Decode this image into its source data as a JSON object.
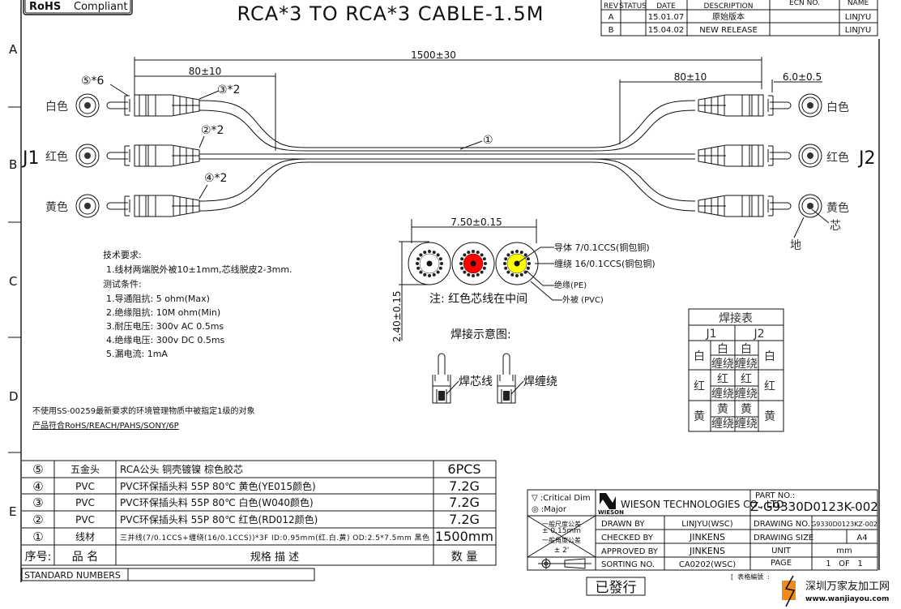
{
  "header": {
    "rohs_bold": "RoHS",
    "rohs_text": "Compliant",
    "title": "RCA*3 TO RCA*3 CABLE-1.5M",
    "zone_letters": [
      "A",
      "B",
      "C",
      "D",
      "E"
    ]
  },
  "revision_table": {
    "headers": [
      "REV",
      "STATUS",
      "DATE",
      "DESCRIPTION",
      "ECN NO.",
      "NAME"
    ],
    "rows": [
      {
        "rev": "A",
        "status": "",
        "date": "15.01.07",
        "description": "原始版本",
        "ecn": "",
        "name": "LINJYU"
      },
      {
        "rev": "B",
        "status": "",
        "date": "15.04.02",
        "description": "NEW RELEASE",
        "ecn": "",
        "name": "LINJYU"
      }
    ]
  },
  "drawing": {
    "dim_total": "1500±30",
    "dim_left": "80±10",
    "dim_right": "80±10",
    "dim_pin": "6.0±0.5",
    "j1": "J1",
    "j2": "J2",
    "white": "白色",
    "red": "红色",
    "yellow": "黄色",
    "callout_5": "⑤*6",
    "callout_3": "③*2",
    "callout_2": "②*2",
    "callout_4": "④*2",
    "callout_1": "①",
    "ground": "地",
    "core": "芯",
    "colors": {
      "red": "#ff0000",
      "yellow": "#ffff00"
    }
  },
  "cross_section": {
    "width_dim": "7.50±0.15",
    "height_dim": "2.40±0.15",
    "conductor": "导体 7/0.1CCS(铜包铜)",
    "braid": "缠绕 16/0.1CCS(铜包铜)",
    "insulation": "绝缘(PE)",
    "jacket": "外被 (PVC)",
    "note": "注: 红色芯线在中间"
  },
  "weld_diagram": {
    "title": "焊接示意图:",
    "core_label": "焊芯线",
    "braid_label": "焊缠绕"
  },
  "requirements": {
    "tech_title": "技术要求:",
    "tech_items": [
      "1.线材两端脱外被10±1mm,芯线脱皮2-3mm."
    ],
    "test_title": "测试条件:",
    "test_items": [
      "1.导通阻抗: 5 ohm(Max)",
      "2.绝缘阻抗: 10M ohm(Min)",
      "3.耐压电压: 300v AC 0.5ms",
      "4.绝缘电压: 300v DC 0.5ms",
      "5.漏电流: 1mA"
    ],
    "env_note": "不使用SS-00259最新要求的环境管理物质中被指定1级的对象",
    "compliance": "产品符合RoHS/REACH/PAHS/SONY/6P"
  },
  "weld_table": {
    "title": "焊接表",
    "j1": "J1",
    "j2": "J2",
    "rows": [
      {
        "end": "白",
        "core": "白",
        "braid": "缠绕"
      },
      {
        "end": "红",
        "core": "红",
        "braid": "缠绕"
      },
      {
        "end": "黄",
        "core": "黄",
        "braid": "缠绕"
      }
    ]
  },
  "bom": {
    "rows": [
      {
        "no": "⑤",
        "name": "五金头",
        "spec": "RCA公头 铜壳镀镍 棕色胶芯",
        "qty": "6PCS"
      },
      {
        "no": "④",
        "name": "PVC",
        "spec": "PVC环保插头料 55P 80℃ 黄色(YE015颜色)",
        "qty": "7.2G"
      },
      {
        "no": "③",
        "name": "PVC",
        "spec": "PVC环保插头料 55P 80℃ 白色(W040颜色)",
        "qty": "7.2G"
      },
      {
        "no": "②",
        "name": "PVC",
        "spec": "PVC环保插头料 55P 80℃ 红色(RD012颜色)",
        "qty": "7.2G"
      },
      {
        "no": "①",
        "name": "线材",
        "spec": "三并线(7/0.1CCS+缠绕(16/0.1CCS))*3F  ID:0.95mm(红.白.黄)  OD:2.5*7.5mm 黑色",
        "qty": "1500mm"
      }
    ],
    "header": {
      "no": "序号:",
      "name": "品 名",
      "spec": "规格 描 述",
      "qty": "数 量"
    },
    "standard_numbers": "STANDARD NUMBERS"
  },
  "title_block": {
    "critical": "▽ :Critical Dim",
    "major": "◎ :Major",
    "tol_linear_label": "一般尺度公差",
    "tol_linear": "± 0.15mm",
    "tol_angle_label": "一般角度公差",
    "tol_angle": "± 2'",
    "company": "WIESON TECHNOLOGIES CO., LTD",
    "logo_text": "WIESON",
    "part_no_label": "PART NO.:",
    "part_no": "Z-G9330D0123K-002",
    "drawn_by_label": "DRAWN BY",
    "drawn_by": "LINJYU(WSC)",
    "checked_by_label": "CHECKED BY",
    "checked_by": "JINKENS",
    "approved_by_label": "APPROVED BY",
    "approved_by": "JINKENS",
    "sorting_no_label": "SORTING NO.",
    "sorting_no": "CA0202(WSC)",
    "drawing_no_label": "DRAWING NO.",
    "drawing_no": "G9330D0123KZ-002",
    "drawing_size_label": "DRAWING SIZE",
    "drawing_size": "A4",
    "unit_label": "UNIT",
    "unit": "mm",
    "page_label": "PAGE",
    "page": "1   OF   1"
  },
  "footer": {
    "issued_stamp": "已發行",
    "form_no": "[  表格編號  :",
    "watermark_cn": "深圳万家友加工网",
    "watermark_url": "www.wanjiayou.com"
  }
}
